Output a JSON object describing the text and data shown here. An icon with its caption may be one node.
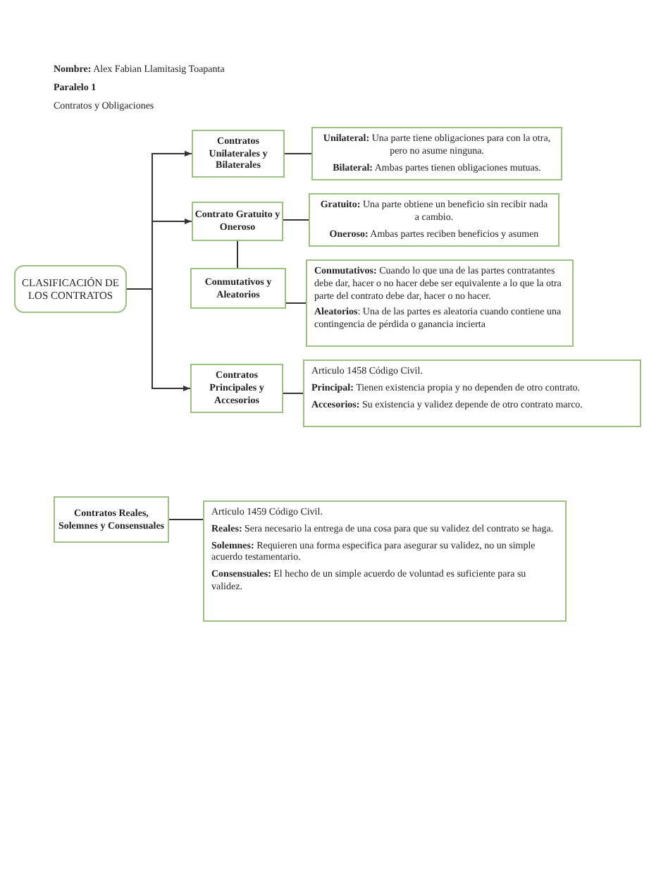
{
  "diagram": {
    "nodes": [
      {
        "text": [
          "CLASIFICACIÓN DE LOS CONTRATOS"
        ]
      },
      {
        "text": [
          "Contratos Unilaterales y Bilaterales"
        ]
      },
      {
        "text": [
          "**Unilateral:** Una parte tiene obligaciones para con la otra, pero no asume ninguna.",
          "**Bilateral:** Ambas partes tienen obligaciones mutuas."
        ]
      },
      {
        "text": [
          "Contrato Gratuito y Oneroso"
        ]
      },
      {
        "text": [
          "**Gratuito:** Una parte obtiene un beneficio sin recibir nada a cambio.",
          "**Oneroso:** Ambas partes reciben beneficios y asumen"
        ]
      },
      {
        "text": [
          "Conmutativos y Aleatorios"
        ]
      },
      {
        "text": [
          "**Conmutativos:** Cuando lo que una de las partes contratantes debe dar, hacer o no hacer debe ser equivalente a lo que la otra parte del contrato debe dar, hacer o no hacer.",
          "**Aleatorios**: Una de las partes es aleatoria cuando contiene una contingencia de pérdida o ganancia incierta"
        ]
      },
      {
        "text": [
          "Contratos Principales y Accesorios"
        ]
      },
      {
        "text": [
          "Articulo 1458 Código Civil.",
          "**Principal:** Tienen existencia propia y no dependen de otro contrato.",
          "**Accesorios:** Su existencia y validez depende de otro contrato marco."
        ]
      },
      {
        "text": [
          "Contratos Reales, Solemnes y Consensuales"
        ]
      },
      {
        "text": [
          "Articulo 1459 Código Civil.",
          "**Reales:** Sera necesario la entrega de una cosa para que su validez del contrato se haga.",
          "**Solemnes:** Requieren una forma especifica para asegurar su validez, no un simple acuerdo testamentario.",
          "**Consensuales:** El hecho de un simple acuerdo de voluntad es suficiente para su validez."
        ]
      }
    ],
    "edges": [
      {
        "from": 0,
        "to": 1,
        "arrow": "to"
      },
      {
        "from": 0,
        "to": 3,
        "arrow": "to"
      },
      {
        "from": 0,
        "to": 7,
        "arrow": "to"
      },
      {
        "from": 1,
        "to": 2,
        "arrow": "none"
      },
      {
        "from": 3,
        "to": 4,
        "arrow": "none"
      },
      {
        "from": 3,
        "to": 5,
        "arrow": "none"
      },
      {
        "from": 5,
        "to": 6,
        "arrow": "none"
      },
      {
        "from": 7,
        "to": 8,
        "arrow": "none"
      },
      {
        "from": 9,
        "to": 10,
        "arrow": "none"
      }
    ],
    "labels": [
      "**Nombre:** Alex Fabian Llamitasig Toapanta",
      "Paralelo 1",
      "Contratos y Obligaciones"
    ]
  }
}
